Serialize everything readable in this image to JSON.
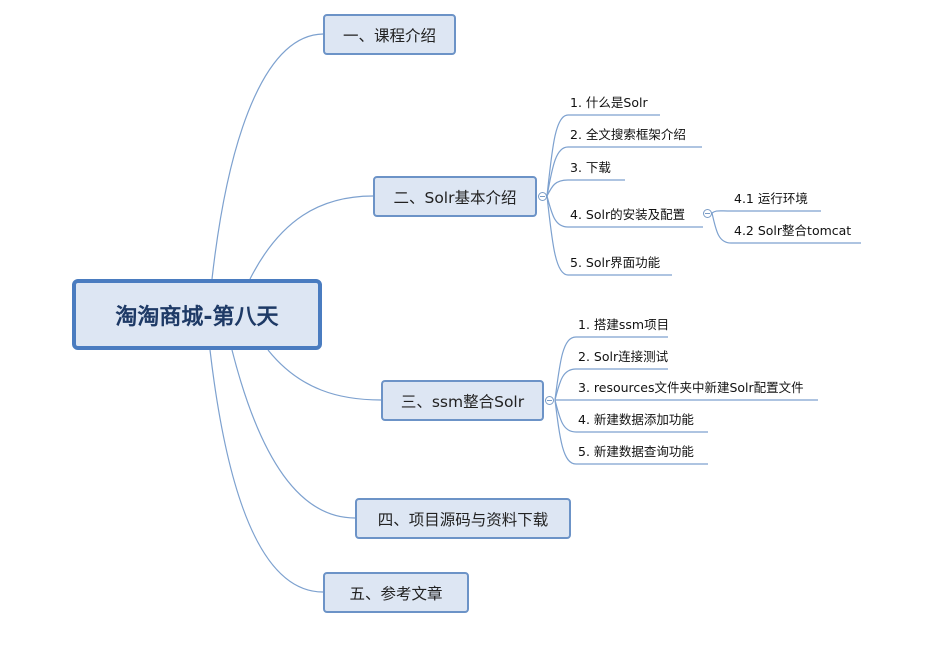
{
  "central": "淘淘商城-第八天",
  "branches": [
    {
      "label": "一、课程介绍"
    },
    {
      "label": "二、Solr基本介绍",
      "children": [
        "1. 什么是Solr",
        "2. 全文搜索框架介绍",
        "3. 下载",
        "4. Solr的安装及配置",
        "5. Solr界面功能"
      ],
      "grandchildren": [
        "4.1 运行环境",
        "4.2 Solr整合tomcat"
      ]
    },
    {
      "label": "三、ssm整合Solr",
      "children": [
        "1. 搭建ssm项目",
        "2. Solr连接测试",
        "3. resources文件夹中新建Solr配置文件",
        "4. 新建数据添加功能",
        "5. 新建数据查询功能"
      ]
    },
    {
      "label": "四、项目源码与资料下载"
    },
    {
      "label": "五、参考文章"
    }
  ]
}
